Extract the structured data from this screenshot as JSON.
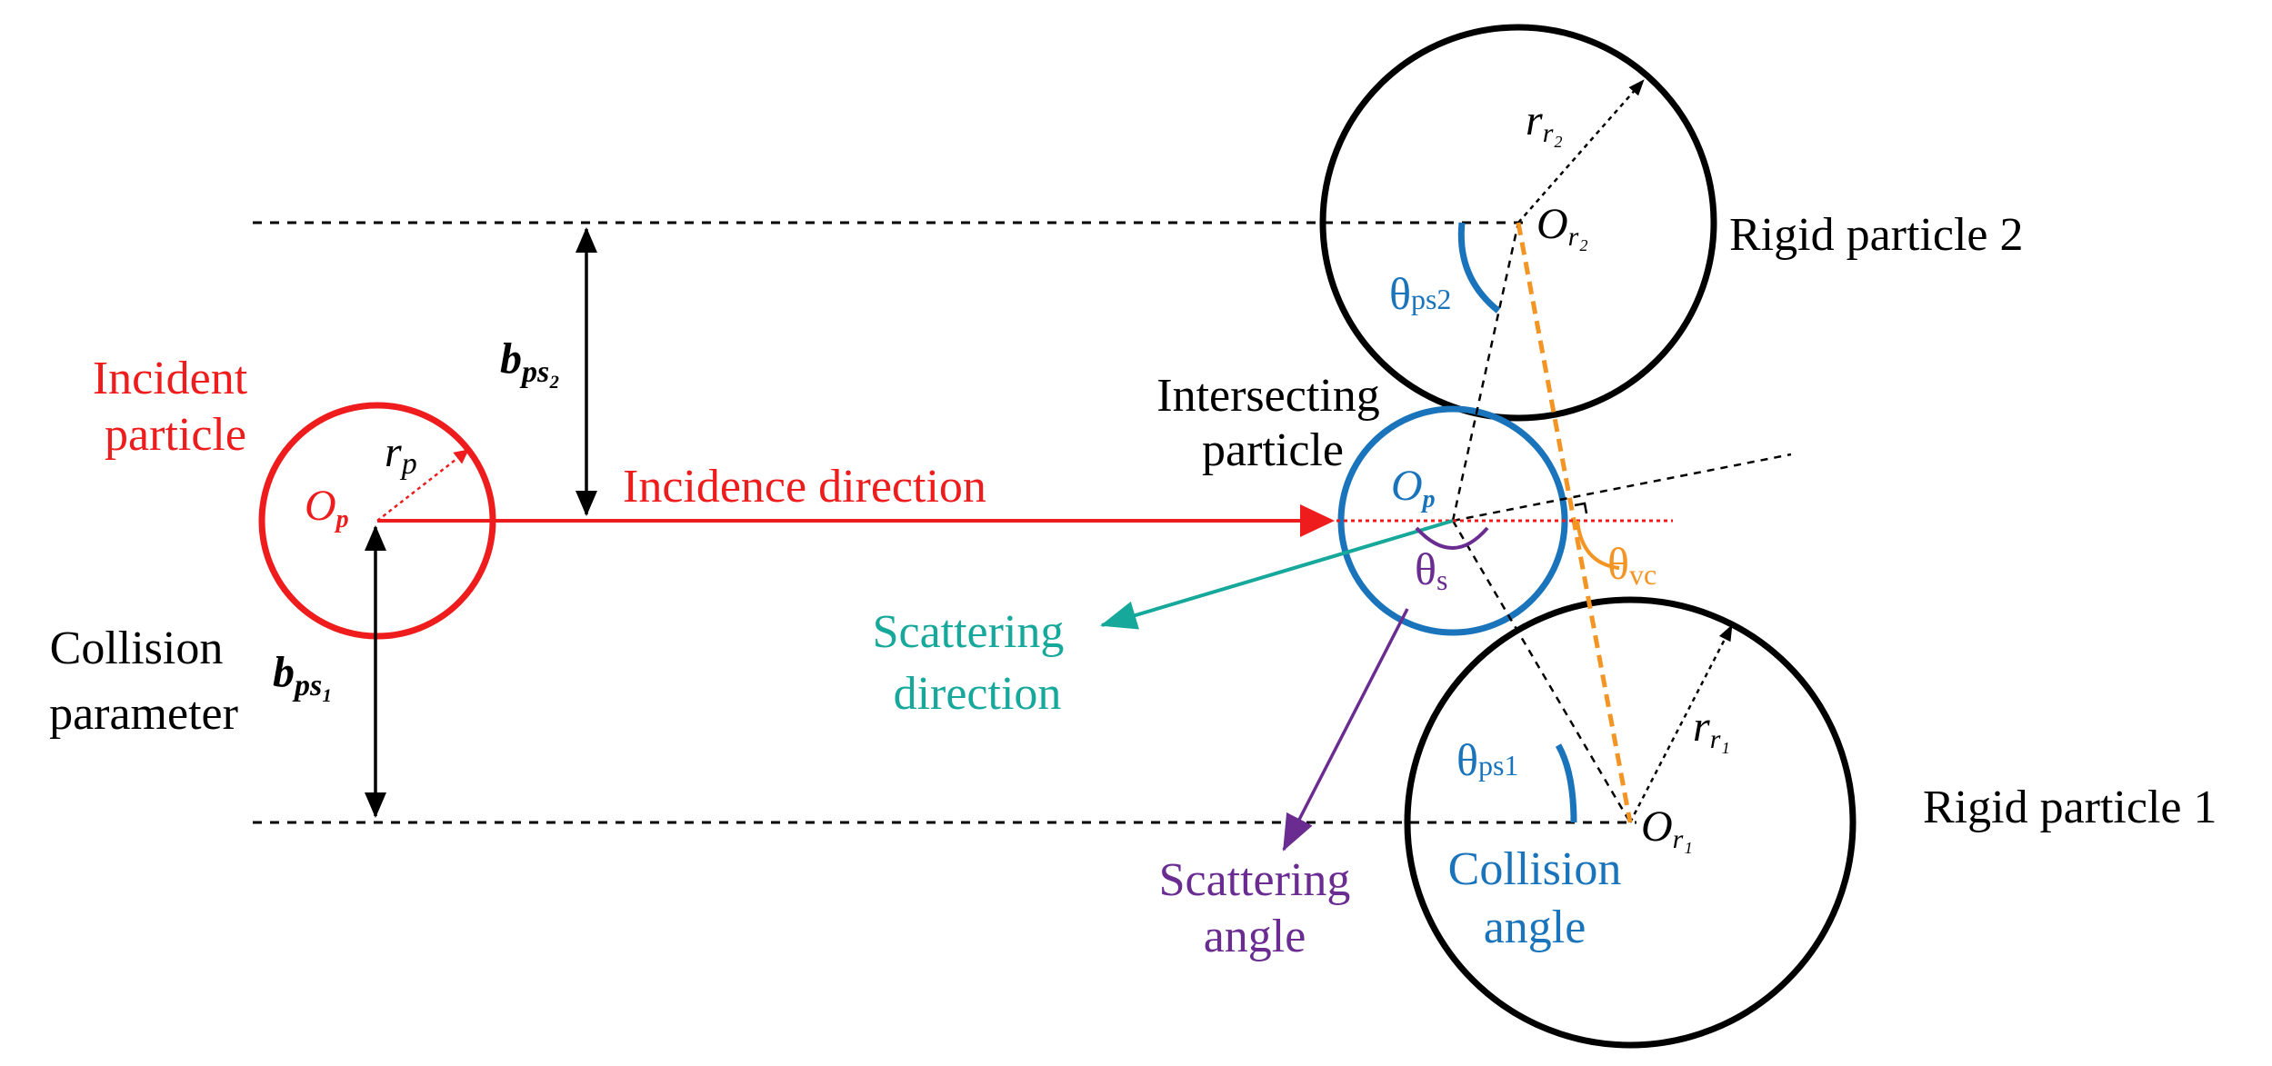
{
  "labels": {
    "incident_particle_line1": "Incident",
    "incident_particle_line2": "particle",
    "incidence_direction": "Incidence direction",
    "intersecting_particle_line1": "Intersecting",
    "intersecting_particle_line2": "particle",
    "collision_parameter_line1": "Collision",
    "collision_parameter_line2": "parameter",
    "scattering_direction_line1": "Scattering",
    "scattering_direction_line2": "direction",
    "scattering_angle_line1": "Scattering",
    "scattering_angle_line2": "angle",
    "collision_angle_line1": "Collision",
    "collision_angle_line2": "angle",
    "rigid_particle_1": "Rigid particle 1",
    "rigid_particle_2": "Rigid particle 2"
  },
  "symbols": {
    "b": "b",
    "b_ps2_sub": "ps₂",
    "b_ps1_sub": "ps₁",
    "r": "r",
    "r_p_sub": "p",
    "r_r1_sub": "r₁",
    "r_r2_sub": "r₂",
    "O": "O",
    "O_p_sub": "p",
    "O_r1_sub": "r₁",
    "O_r2_sub": "r₂",
    "theta": "θ",
    "theta_ps2_sub": "ps2",
    "theta_ps1_sub": "ps1",
    "theta_s_sub": "s",
    "theta_vc_sub": "vc"
  },
  "colors": {
    "incident": "#ee1c1c",
    "intersecting": "#1a74bb",
    "scattering_direction": "#16a89a",
    "scattering_angle": "#6a2c91",
    "collision_angle_vc": "#f39423",
    "rigid": "#000000"
  }
}
